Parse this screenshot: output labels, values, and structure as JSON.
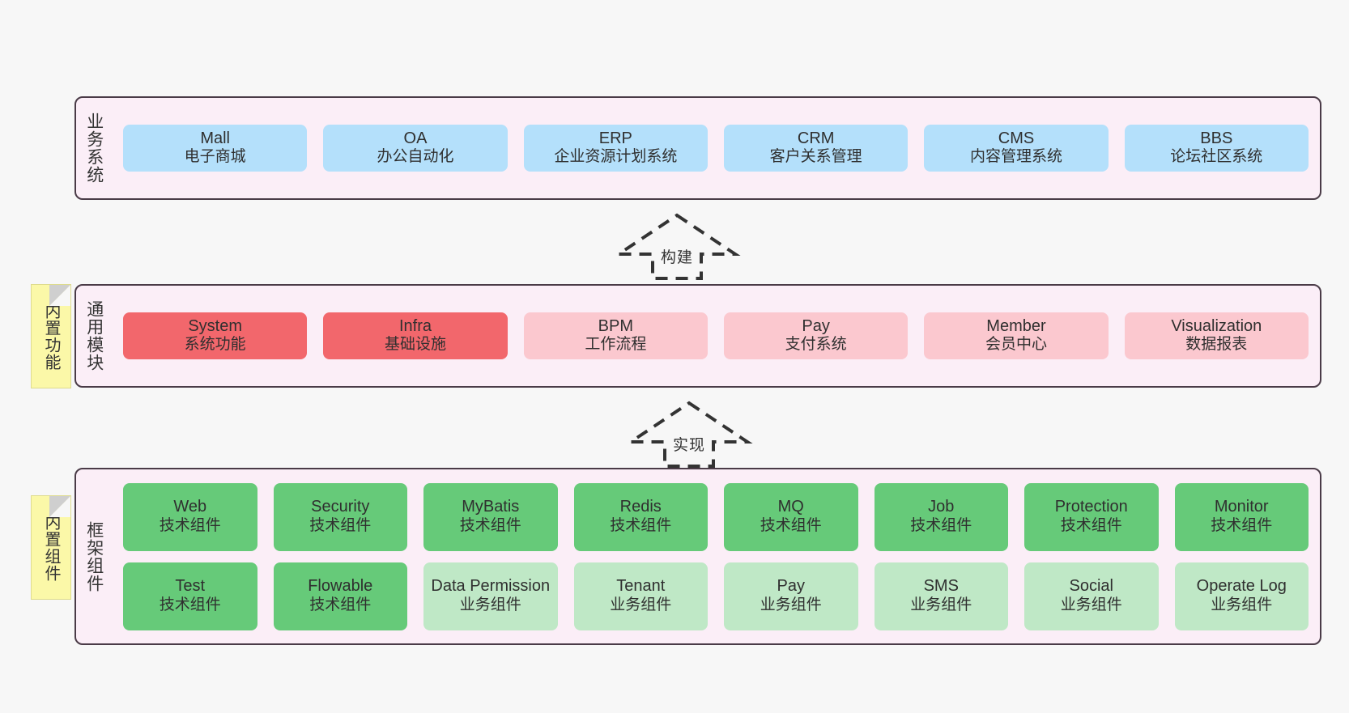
{
  "layers": [
    {
      "caption": "业务系统",
      "rows": [
        [
          {
            "title": "Mall",
            "subtitle": "电子商城",
            "style": "blue"
          },
          {
            "title": "OA",
            "subtitle": "办公自动化",
            "style": "blue"
          },
          {
            "title": "ERP",
            "subtitle": "企业资源计划系统",
            "style": "blue"
          },
          {
            "title": "CRM",
            "subtitle": "客户关系管理",
            "style": "blue"
          },
          {
            "title": "CMS",
            "subtitle": "内容管理系统",
            "style": "blue"
          },
          {
            "title": "BBS",
            "subtitle": "论坛社区系统",
            "style": "blue"
          }
        ]
      ]
    },
    {
      "caption": "通用模块",
      "sticky": "内置功能",
      "rows": [
        [
          {
            "title": "System",
            "subtitle": "系统功能",
            "style": "red"
          },
          {
            "title": "Infra",
            "subtitle": "基础设施",
            "style": "red"
          },
          {
            "title": "BPM",
            "subtitle": "工作流程",
            "style": "pink"
          },
          {
            "title": "Pay",
            "subtitle": "支付系统",
            "style": "pink"
          },
          {
            "title": "Member",
            "subtitle": "会员中心",
            "style": "pink"
          },
          {
            "title": "Visualization",
            "subtitle": "数据报表",
            "style": "pink"
          }
        ]
      ]
    },
    {
      "caption": "框架组件",
      "sticky": "内置组件",
      "rows": [
        [
          {
            "title": "Web",
            "subtitle": "技术组件",
            "style": "green"
          },
          {
            "title": "Security",
            "subtitle": "技术组件",
            "style": "green"
          },
          {
            "title": "MyBatis",
            "subtitle": "技术组件",
            "style": "green"
          },
          {
            "title": "Redis",
            "subtitle": "技术组件",
            "style": "green"
          },
          {
            "title": "MQ",
            "subtitle": "技术组件",
            "style": "green"
          },
          {
            "title": "Job",
            "subtitle": "技术组件",
            "style": "green"
          },
          {
            "title": "Protection",
            "subtitle": "技术组件",
            "style": "green"
          },
          {
            "title": "Monitor",
            "subtitle": "技术组件",
            "style": "green"
          }
        ],
        [
          {
            "title": "Test",
            "subtitle": "技术组件",
            "style": "green"
          },
          {
            "title": "Flowable",
            "subtitle": "技术组件",
            "style": "green"
          },
          {
            "title": "Data Permission",
            "subtitle": "业务组件",
            "style": "lightgreen"
          },
          {
            "title": "Tenant",
            "subtitle": "业务组件",
            "style": "lightgreen"
          },
          {
            "title": "Pay",
            "subtitle": "业务组件",
            "style": "lightgreen"
          },
          {
            "title": "SMS",
            "subtitle": "业务组件",
            "style": "lightgreen"
          },
          {
            "title": "Social",
            "subtitle": "业务组件",
            "style": "lightgreen"
          },
          {
            "title": "Operate Log",
            "subtitle": "业务组件",
            "style": "lightgreen"
          }
        ]
      ]
    }
  ],
  "arrows": [
    {
      "label": "构建"
    },
    {
      "label": "实现"
    }
  ],
  "colors": {
    "canvas": "#f7f7f7",
    "layer_fill": "#fbeef7",
    "layer_border": "#4a3b47",
    "blue": "#b4e0fb",
    "red": "#f2676c",
    "pink": "#fbc8cf",
    "green": "#66ca79",
    "lightgreen": "#bfe8c6",
    "sticky": "#fbf8a8",
    "arrow_stroke": "#333333"
  }
}
